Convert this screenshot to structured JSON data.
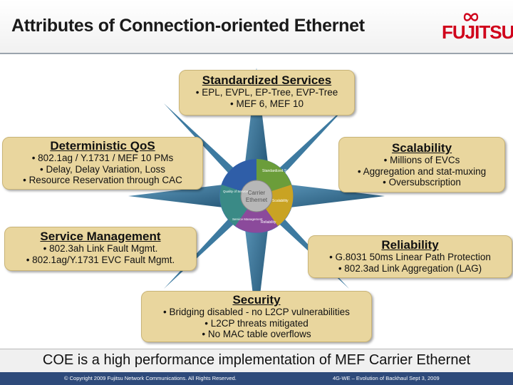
{
  "title": "Attributes of Connection-oriented Ethernet",
  "logo": "FUJITSU",
  "boxes": {
    "standardized": {
      "title": "Standardized Services",
      "items": [
        "EPL, EVPL, EP-Tree, EVP-Tree",
        "MEF 6, MEF 10"
      ]
    },
    "qos": {
      "title": "Deterministic QoS",
      "items": [
        "802.1ag / Y.1731 / MEF 10 PMs",
        "Delay, Delay Variation, Loss",
        "Resource Reservation through CAC"
      ]
    },
    "scalability": {
      "title": "Scalability",
      "items": [
        "Millions of EVCs",
        "Aggregation and stat-muxing",
        "Oversubscription"
      ]
    },
    "service_mgmt": {
      "title": "Service Management",
      "items": [
        "802.3ah Link Fault Mgmt.",
        "802.1ag/Y.1731 EVC Fault Mgmt."
      ]
    },
    "reliability": {
      "title": "Reliability",
      "items": [
        "G.8031 50ms Linear Path Protection",
        "802.3ad Link Aggregation (LAG)"
      ]
    },
    "security": {
      "title": "Security",
      "items": [
        "Bridging disabled - no L2CP vulnerabilities",
        "L2CP threats mitigated",
        "No MAC table overflows"
      ]
    }
  },
  "wheel": {
    "center": [
      "Carrier",
      "Ethernet"
    ],
    "segments": [
      "Standardized Services",
      "Scalability",
      "Reliability",
      "Service Management",
      "Quality of Service"
    ]
  },
  "tagline": "COE is a high performance implementation of MEF Carrier Ethernet",
  "footer": {
    "copyright": "© Copyright 2009 Fujitsu Network Communications. All Rights Reserved.",
    "event": "4G-WE – Evolution of Backhaul Sept 3, 2009"
  },
  "colors": {
    "box": "#e9d69e",
    "star": "#2e6b8f",
    "bar": "#2e4a7a",
    "logo": "#d0021b"
  }
}
